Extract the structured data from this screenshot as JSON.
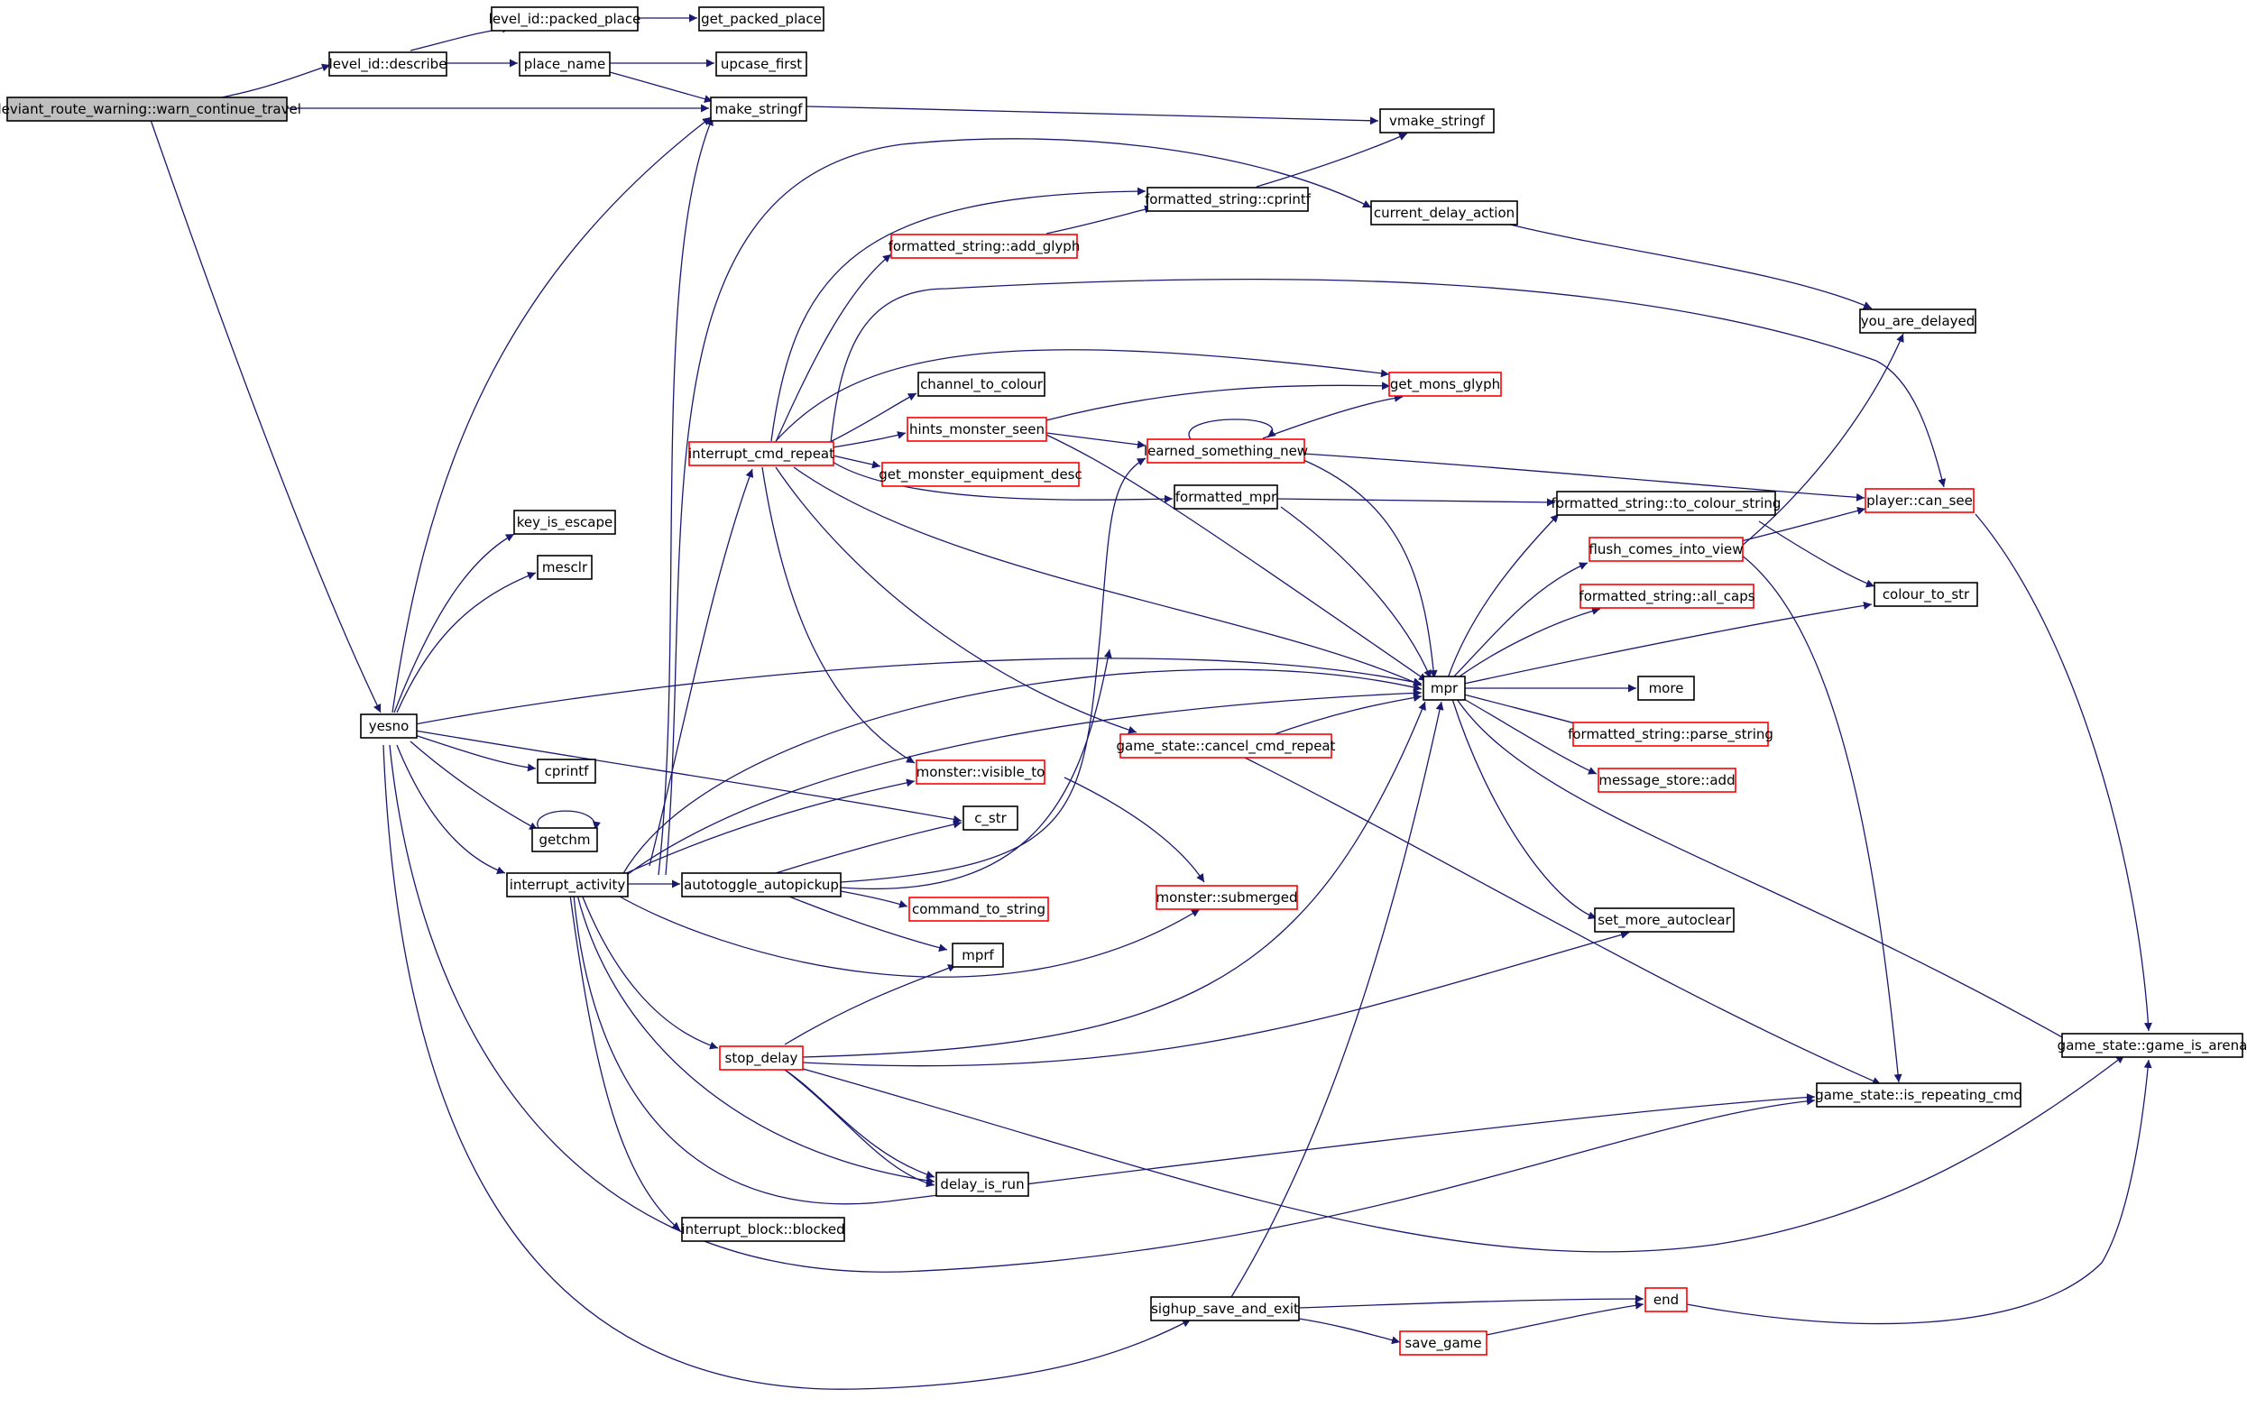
{
  "colors": {
    "edge": "#191970",
    "arrowhead": "#191970",
    "node_border_default": "#000000",
    "node_border_truncated": "#ff0000",
    "root_fill": "#bfbfbf",
    "node_fill": "#ffffff"
  },
  "nodes": [
    {
      "id": "deviant",
      "label": "deviant_route_warning::warn_continue_travel",
      "style": "root"
    },
    {
      "id": "lid_packed",
      "label": "level_id::packed_place",
      "style": "normal"
    },
    {
      "id": "get_packed",
      "label": "get_packed_place",
      "style": "normal"
    },
    {
      "id": "lid_describe",
      "label": "level_id::describe",
      "style": "normal"
    },
    {
      "id": "place_name",
      "label": "place_name",
      "style": "normal"
    },
    {
      "id": "upcase_first",
      "label": "upcase_first",
      "style": "normal"
    },
    {
      "id": "make_stringf",
      "label": "make_stringf",
      "style": "normal"
    },
    {
      "id": "vmake_stringf",
      "label": "vmake_stringf",
      "style": "normal"
    },
    {
      "id": "fs_cprintf",
      "label": "formatted_string::cprintf",
      "style": "normal"
    },
    {
      "id": "cur_delay",
      "label": "current_delay_action",
      "style": "normal"
    },
    {
      "id": "fs_add_glyph",
      "label": "formatted_string::add_glyph",
      "style": "truncated"
    },
    {
      "id": "you_delayed",
      "label": "you_are_delayed",
      "style": "normal"
    },
    {
      "id": "channel_colour",
      "label": "channel_to_colour",
      "style": "normal"
    },
    {
      "id": "get_mons_glyph",
      "label": "get_mons_glyph",
      "style": "truncated"
    },
    {
      "id": "hints_seen",
      "label": "hints_monster_seen",
      "style": "truncated"
    },
    {
      "id": "interrupt_cmd",
      "label": "interrupt_cmd_repeat",
      "style": "truncated"
    },
    {
      "id": "learned_new",
      "label": "learned_something_new",
      "style": "truncated"
    },
    {
      "id": "get_equip",
      "label": "get_monster_equipment_desc",
      "style": "truncated"
    },
    {
      "id": "formatted_mpr",
      "label": "formatted_mpr",
      "style": "normal"
    },
    {
      "id": "fs_to_colour",
      "label": "formatted_string::to_colour_string",
      "style": "normal"
    },
    {
      "id": "player_see",
      "label": "player::can_see",
      "style": "truncated"
    },
    {
      "id": "key_escape",
      "label": "key_is_escape",
      "style": "normal"
    },
    {
      "id": "flush_view",
      "label": "flush_comes_into_view",
      "style": "truncated"
    },
    {
      "id": "mesclr",
      "label": "mesclr",
      "style": "normal"
    },
    {
      "id": "fs_all_caps",
      "label": "formatted_string::all_caps",
      "style": "truncated"
    },
    {
      "id": "colour_str",
      "label": "colour_to_str",
      "style": "normal"
    },
    {
      "id": "mpr",
      "label": "mpr",
      "style": "normal"
    },
    {
      "id": "more",
      "label": "more",
      "style": "normal"
    },
    {
      "id": "yesno",
      "label": "yesno",
      "style": "normal"
    },
    {
      "id": "fs_parse",
      "label": "formatted_string::parse_string",
      "style": "truncated"
    },
    {
      "id": "gs_cancel",
      "label": "game_state::cancel_cmd_repeat",
      "style": "truncated"
    },
    {
      "id": "cprintf",
      "label": "cprintf",
      "style": "normal"
    },
    {
      "id": "msg_add",
      "label": "message_store::add",
      "style": "truncated"
    },
    {
      "id": "mon_visible",
      "label": "monster::visible_to",
      "style": "truncated"
    },
    {
      "id": "c_str",
      "label": "c_str",
      "style": "normal"
    },
    {
      "id": "getchm",
      "label": "getchm",
      "style": "normal"
    },
    {
      "id": "interrupt_act",
      "label": "interrupt_activity",
      "style": "normal"
    },
    {
      "id": "autotoggle",
      "label": "autotoggle_autopickup",
      "style": "normal"
    },
    {
      "id": "mon_submerged",
      "label": "monster::submerged",
      "style": "truncated"
    },
    {
      "id": "cmd_to_string",
      "label": "command_to_string",
      "style": "truncated"
    },
    {
      "id": "set_more",
      "label": "set_more_autoclear",
      "style": "normal"
    },
    {
      "id": "mprf",
      "label": "mprf",
      "style": "normal"
    },
    {
      "id": "gs_arena",
      "label": "game_state::game_is_arena",
      "style": "normal"
    },
    {
      "id": "stop_delay",
      "label": "stop_delay",
      "style": "truncated"
    },
    {
      "id": "gs_repeating",
      "label": "game_state::is_repeating_cmd",
      "style": "normal"
    },
    {
      "id": "delay_run",
      "label": "delay_is_run",
      "style": "normal"
    },
    {
      "id": "ib_blocked",
      "label": "interrupt_block::blocked",
      "style": "normal"
    },
    {
      "id": "end",
      "label": "end",
      "style": "truncated"
    },
    {
      "id": "sighup",
      "label": "sighup_save_and_exit",
      "style": "normal"
    },
    {
      "id": "save_game",
      "label": "save_game",
      "style": "truncated"
    }
  ]
}
